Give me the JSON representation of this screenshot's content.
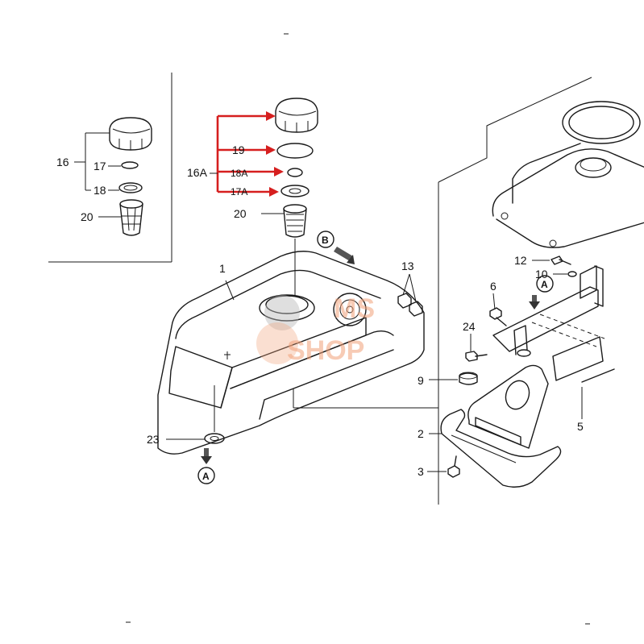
{
  "callouts": {
    "inset_16": "16",
    "inset_17": "17",
    "inset_18": "18",
    "inset_20": "20",
    "main_16A": "16A",
    "main_19": "19",
    "main_18A": "18A",
    "main_17A": "17A",
    "main_20": "20",
    "p1": "1",
    "p13": "13",
    "p12": "12",
    "p10": "10",
    "p6": "6",
    "p24": "24",
    "p9": "9",
    "p5": "5",
    "p2": "2",
    "p3": "3",
    "p23": "23"
  },
  "markers": {
    "A": "A",
    "B": "B"
  },
  "watermark": {
    "line1": "MS",
    "line2": "SHOP"
  },
  "colors": {
    "highlight_arrow": "#d61f1f",
    "line": "#1a1a1a",
    "watermark": "#f2a27a"
  }
}
